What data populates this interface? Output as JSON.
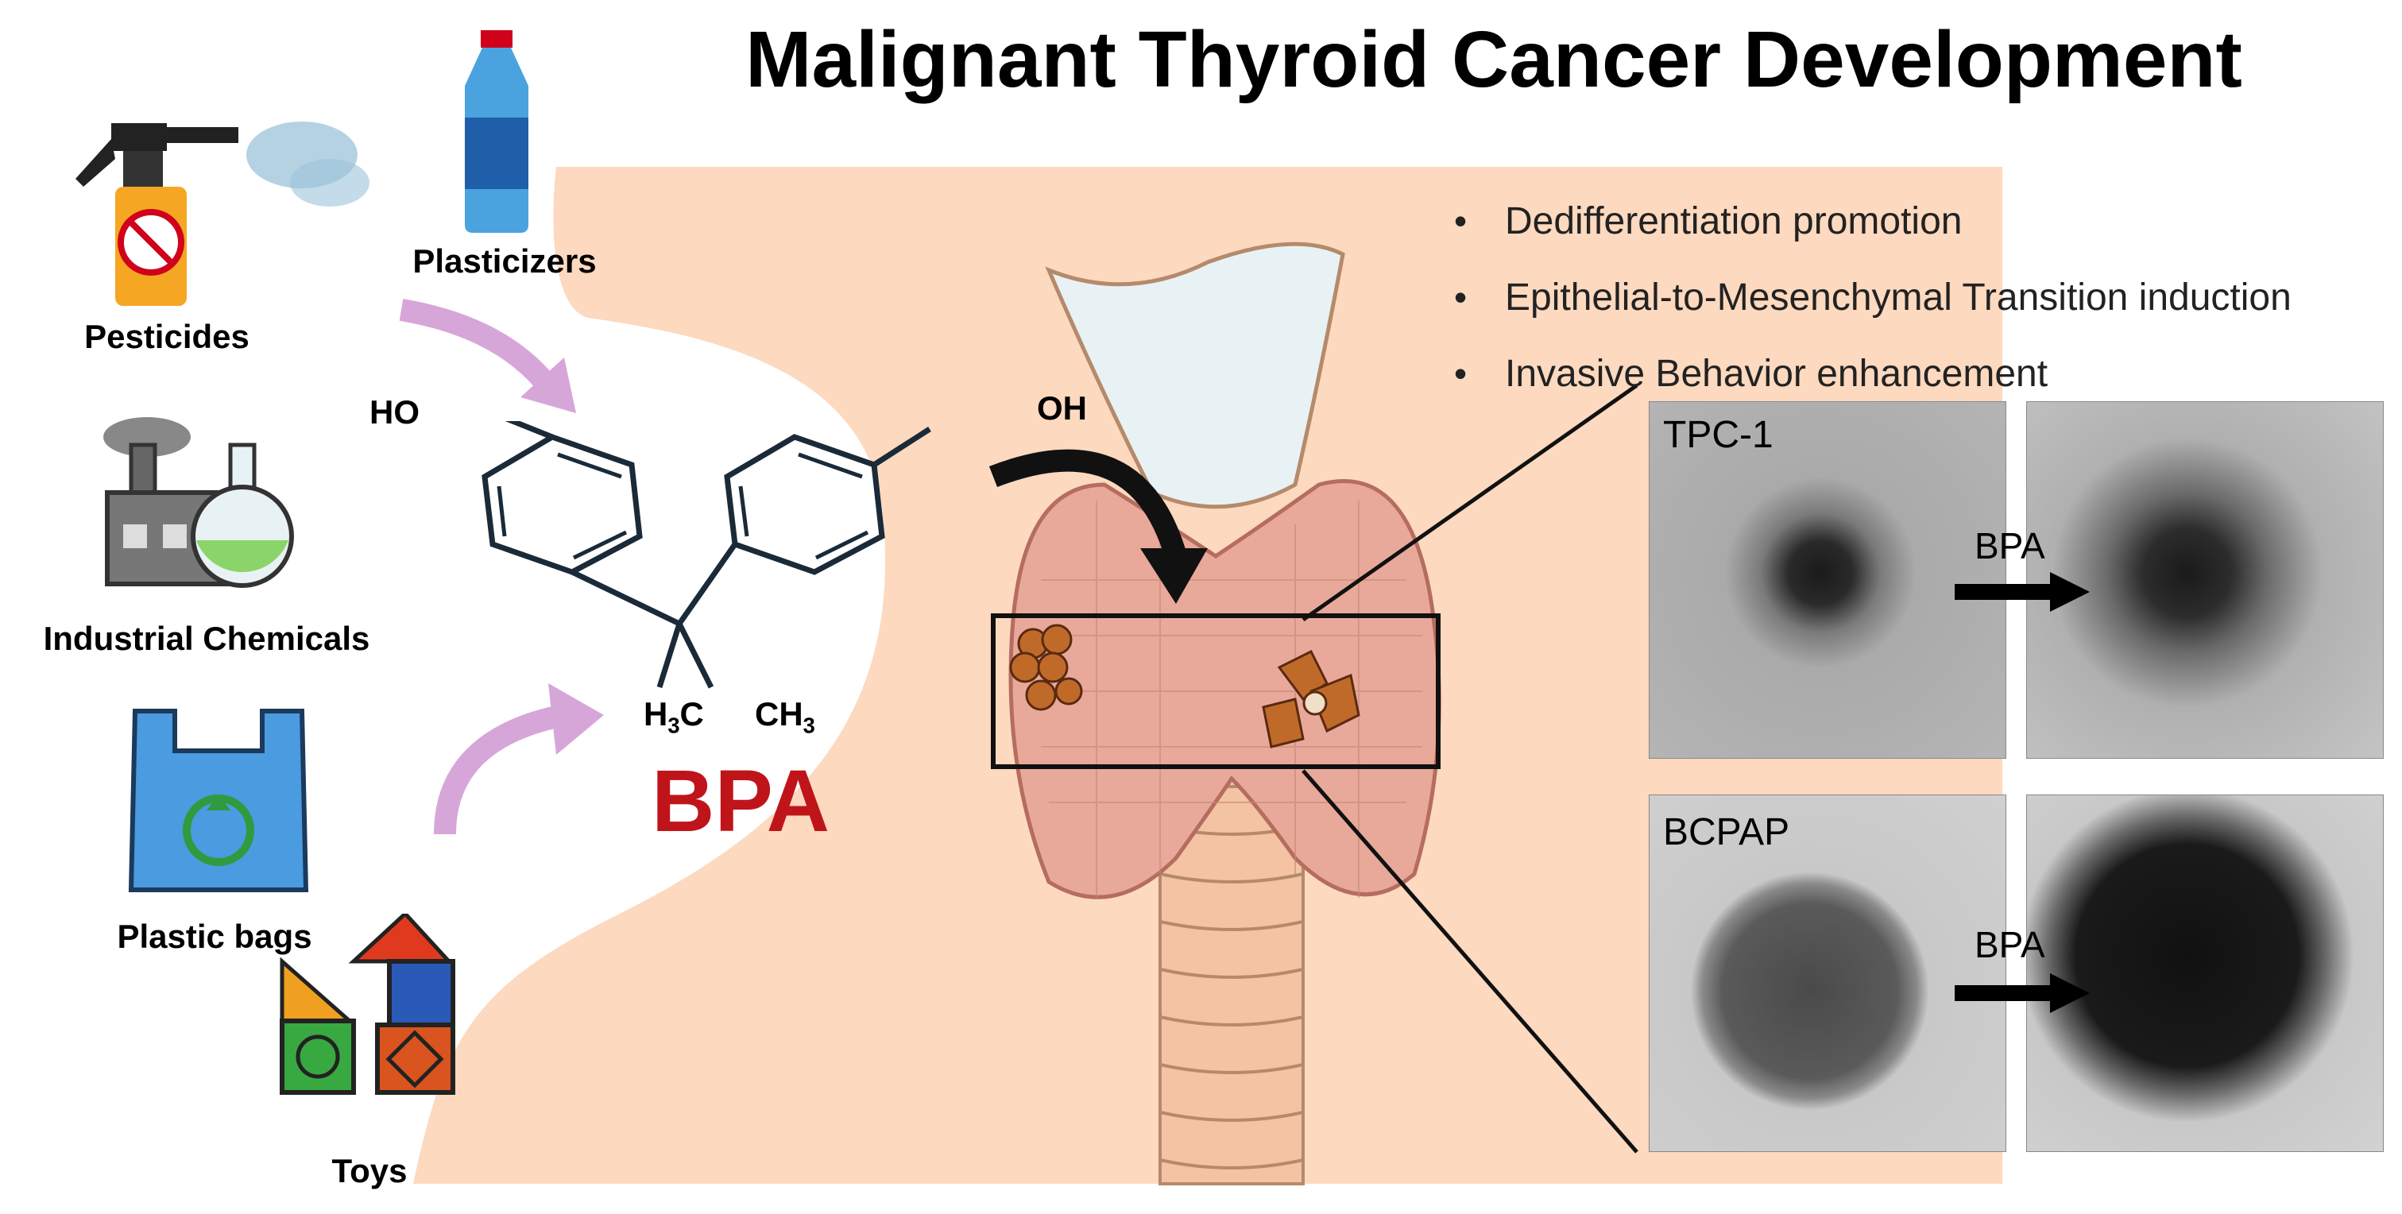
{
  "title": "Malignant Thyroid Cancer Development",
  "sources": [
    {
      "label": "Pesticides",
      "icon": "pesticide-sprayer-icon"
    },
    {
      "label": "Plasticizers",
      "icon": "water-bottle-icon"
    },
    {
      "label": "Industrial Chemicals",
      "icon": "factory-flask-icon"
    },
    {
      "label": "Plastic bags",
      "icon": "recycle-bag-icon"
    },
    {
      "label": "Toys",
      "icon": "toy-blocks-icon"
    }
  ],
  "chemical": {
    "name": "BPA",
    "ho_left": "HO",
    "oh_right": "OH",
    "methyl_left": "H",
    "methyl_left_sub": "3",
    "methyl_left_c": "C",
    "methyl_right": "CH",
    "methyl_right_sub": "3"
  },
  "effects": [
    "Dedifferentiation promotion",
    "Epithelial-to-Mesenchymal Transition induction",
    "Invasive Behavior enhancement"
  ],
  "panels": {
    "row1_label": "TPC-1",
    "row2_label": "BCPAP",
    "arrow1_label": "BPA",
    "arrow2_label": "BPA"
  },
  "colors": {
    "background_skin": "#fcd9bf",
    "bpa_red": "#c0141b",
    "curved_arrow": "#d7a6d9",
    "thyroid": "#e9a99a",
    "cartilage": "#e8f2f4"
  }
}
